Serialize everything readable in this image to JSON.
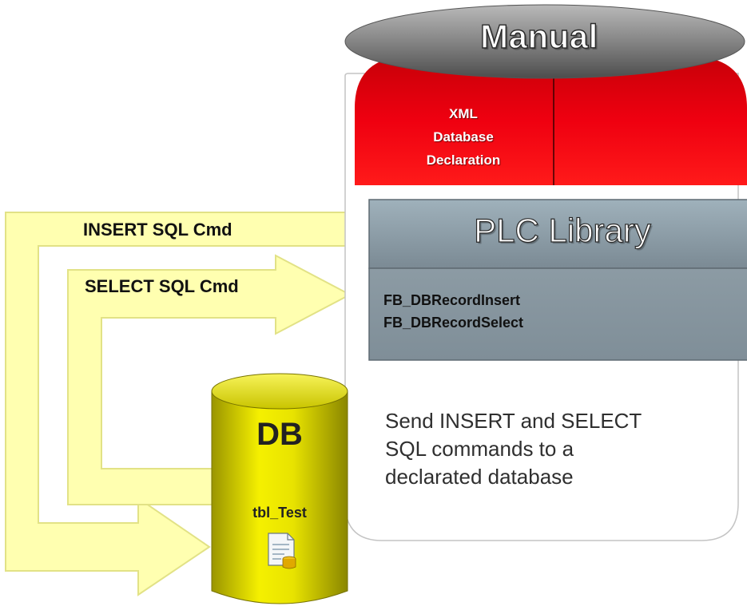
{
  "manual": {
    "title": "Manual"
  },
  "xml_block": {
    "lines": [
      "XML",
      "Database",
      "Declaration"
    ]
  },
  "plc_library": {
    "title": "PLC Library",
    "function_blocks": [
      "FB_DBRecordInsert",
      "FB_DBRecordSelect"
    ]
  },
  "description": {
    "lines": [
      "Send INSERT and SELECT",
      "SQL commands to a",
      "declarated database"
    ]
  },
  "arrows": {
    "insert_label": "INSERT SQL Cmd",
    "select_label": "SELECT SQL Cmd"
  },
  "database": {
    "label": "DB",
    "table": "tbl_Test"
  },
  "colors": {
    "red": "#e8000b",
    "steel": "#8b9ba5",
    "steel_dark": "#6e7d87",
    "arrow_yellow": "#ffffb0",
    "db_yellow": "#e6e100",
    "manual_grey": "#7a7a7a"
  }
}
